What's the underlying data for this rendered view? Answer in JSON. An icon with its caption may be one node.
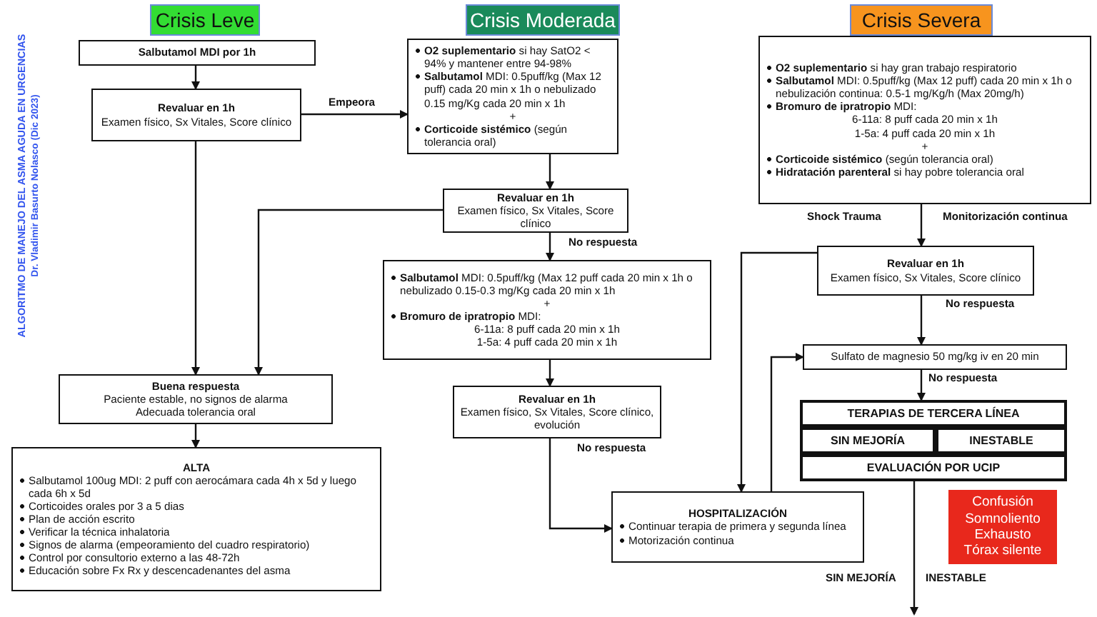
{
  "diagram": {
    "title": "ALGORITMO DE MANEJO DEL ASMA AGUDA EN URGENCIAS",
    "nodes": [
      {
        "text": [
          "Crisis Leve"
        ]
      },
      {
        "text": [
          "Crisis Moderada"
        ]
      },
      {
        "text": [
          "Crisis Severa"
        ]
      },
      {
        "text": [
          "Salbutamol MDI por 1h"
        ]
      },
      {
        "text": [
          "Revaluar en 1h",
          "Examen físico, Sx Vitales, Score clínico"
        ]
      },
      {
        "text": [
          "**O2 suplementario** si hay SatO2 < 94% y mantener entre 94-98%",
          "**Salbutamol** MDI: 0.5puff/kg (Max 12 puff) cada 20 min x 1h o nebulizado 0.15 mg/Kg cada 20 min x 1h",
          "+",
          "**Corticoide sistémico** (según tolerancia oral)"
        ]
      },
      {
        "text": [
          "Revaluar en 1h",
          "Examen físico, Sx Vitales, Score clínico"
        ]
      },
      {
        "text": [
          "**Salbutamol** MDI: 0.5puff/kg (Max 12 puff cada 20 min x 1h o nebulizado 0.15-0.3 mg/Kg cada 20 min x 1h",
          "+",
          "**Bromuro de ipratropio** MDI:",
          "6-11a: 8 puff cada 20 min x 1h",
          "1-5a: 4 puff cada 20 min x 1h"
        ]
      },
      {
        "text": [
          "Revaluar en 1h",
          "Examen físico, Sx Vitales, Score clínico, evolución"
        ]
      },
      {
        "text": [
          "**O2 suplementario** si hay gran trabajo respiratorio",
          "**Salbutamol** MDI: 0.5puff/kg (Max 12 puff) cada 20 min x 1h o nebulización continua: 0.5-1 mg/Kg/h (Max 20mg/h)",
          "**Bromuro de ipratropio** MDI:",
          "6-11a: 8 puff cada 20 min x 1h",
          "1-5a: 4 puff cada 20 min x 1h",
          "+",
          "**Corticoide sistémico** (según tolerancia oral)",
          "**Hidratación parenteral** si hay pobre tolerancia oral"
        ]
      },
      {
        "text": [
          "Revaluar en 1h",
          "Examen físico, Sx Vitales, Score clínico"
        ]
      },
      {
        "text": [
          "Buena respuesta",
          "Paciente estable, no signos de alarma",
          "Adecuada tolerancia oral"
        ]
      },
      {
        "text": [
          "ALTA",
          "Salbutamol 100ug MDI: 2 puff con aerocámara cada 4h x 5d y luego cada 6h x 5d",
          "Corticoides orales por 3 a 5 dias",
          "Plan de acción escrito",
          "Verificar la técnica inhalatoria",
          "Signos de alarma (empeoramiento del cuadro respiratorio)",
          "Control por consultorio externo a las 48-72h",
          "Educación sobre Fx Rx y descencadenantes del asma"
        ]
      },
      {
        "text": [
          "HOSPITALIZACIÓN",
          "Continuar terapia de primera y segunda línea",
          "Motorización continua"
        ]
      },
      {
        "text": [
          "Sulfato de magnesio 50 mg/kg iv en 20 min"
        ]
      },
      {
        "text": [
          "TERAPIAS DE TERCERA LÍNEA"
        ]
      },
      {
        "text": [
          "SIN MEJORÍA"
        ]
      },
      {
        "text": [
          "INESTABLE"
        ]
      },
      {
        "text": [
          "EVALUACIÓN POR UCIP"
        ]
      },
      {
        "text": [
          "Confusión",
          "Somnoliento",
          "Exhausto",
          "Tórax silente"
        ]
      }
    ],
    "edges": [
      {
        "from": 3,
        "to": 4,
        "arrow": "to"
      },
      {
        "from": 4,
        "to": 5,
        "arrow": "to",
        "label": "Empeora"
      },
      {
        "from": 4,
        "to": 11,
        "arrow": "to"
      },
      {
        "from": 5,
        "to": 6,
        "arrow": "to"
      },
      {
        "from": 6,
        "to": 11,
        "arrow": "to"
      },
      {
        "from": 6,
        "to": 7,
        "arrow": "to",
        "label": "No respuesta"
      },
      {
        "from": 7,
        "to": 8,
        "arrow": "to"
      },
      {
        "from": 8,
        "to": 13,
        "arrow": "to",
        "label": "No respuesta"
      },
      {
        "from": 9,
        "to": 10,
        "arrow": "to"
      },
      {
        "from": 10,
        "to": 13,
        "arrow": "to"
      },
      {
        "from": 10,
        "to": 14,
        "arrow": "to",
        "label": "No respuesta"
      },
      {
        "from": 13,
        "to": 14,
        "arrow": "to"
      },
      {
        "from": 14,
        "to": 15,
        "arrow": "to",
        "label": "No respuesta"
      },
      {
        "from": 11,
        "to": 12,
        "arrow": "to"
      },
      {
        "from": 18,
        "to": null,
        "arrow": "to"
      }
    ],
    "labels": [
      "Dr. Vladimir Basurto Nolasco (Dic 2023)",
      "Shock Trauma",
      "Monitorización continua",
      "SIN MEJORÍA",
      "INESTABLE"
    ]
  }
}
